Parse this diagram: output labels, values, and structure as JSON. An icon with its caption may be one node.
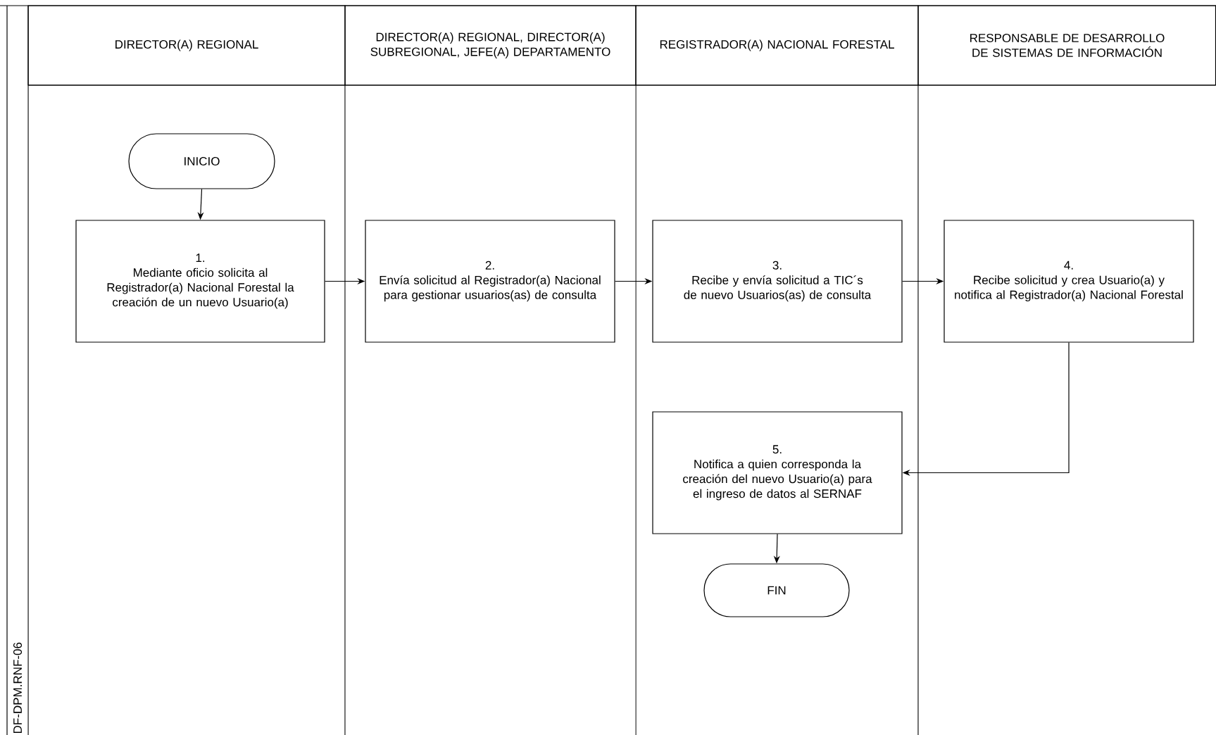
{
  "diagram": {
    "nodes": [
      {
        "text": [
          "DIRECTOR(A) REGIONAL"
        ]
      },
      {
        "text": [
          "DIRECTOR(A) REGIONAL, DIRECTOR(A) SUBREGIONAL, JEFE(A) DEPARTAMENTO"
        ]
      },
      {
        "text": [
          "REGISTRADOR(A) NACIONAL FORESTAL"
        ]
      },
      {
        "text": [
          "RESPONSABLE DE DESARROLLO DE SISTEMAS DE INFORMACIÓN"
        ]
      },
      {
        "text": [
          "INICIO"
        ]
      },
      {
        "text": [
          "1.",
          "Mediante oficio solicita al Registrador(a) Nacional Forestal la creación de un nuevo Usuario(a)"
        ]
      },
      {
        "text": [
          "2.",
          "Envía solicitud al Registrador(a) Nacional para gestionar usuarios(as) de consulta"
        ]
      },
      {
        "text": [
          "3.",
          "Recibe  y envía solicitud a TIC´s de nuevo Usuarios(as) de consulta"
        ]
      },
      {
        "text": [
          "4.",
          "Recibe solicitud y crea Usuario(a)  y notifica al Registrador(a) Nacional Forestal"
        ]
      },
      {
        "text": [
          "5.",
          "Notifica  a quien corresponda la creación del nuevo Usuario(a) para el ingreso de datos al SERNAF"
        ]
      },
      {
        "text": [
          "FIN"
        ]
      }
    ],
    "edges": [
      {
        "from": 4,
        "to": 5,
        "arrow": "to"
      },
      {
        "from": 5,
        "to": 6,
        "arrow": "to"
      },
      {
        "from": 6,
        "to": 7,
        "arrow": "to"
      },
      {
        "from": 7,
        "to": 8,
        "arrow": "to"
      },
      {
        "from": 8,
        "to": 9,
        "arrow": "to"
      },
      {
        "from": 9,
        "to": 10,
        "arrow": "to"
      }
    ],
    "labels": [
      "DF-DPM.RNF-06"
    ]
  }
}
